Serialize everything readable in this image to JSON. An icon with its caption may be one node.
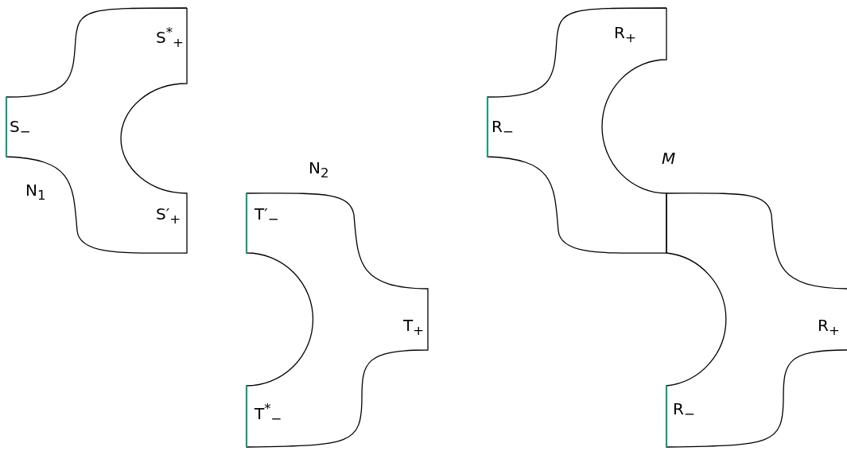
{
  "diagram": {
    "nodes": [
      {
        "text": [
          "S$^{*}$$_{+}$",
          "S$_{−}$",
          "S′$_{+}$"
        ],
        "beside": [
          "N$_{1}$"
        ]
      },
      {
        "text": [
          "T′$_{−}$",
          "T$_{+}$",
          "T$^{*}$$_{−}$"
        ],
        "beside": [
          "N$_{2}$"
        ]
      },
      {
        "text": [
          "R$_{+}$",
          "R$_{−}$"
        ]
      },
      {
        "text": [
          "R$_{+}$",
          "R$_{−}$"
        ]
      }
    ],
    "labels": [
      "M"
    ]
  }
}
